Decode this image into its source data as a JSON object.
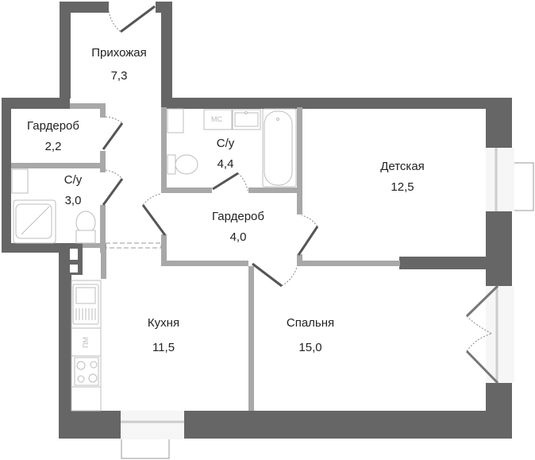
{
  "plan": {
    "colors": {
      "exterior_wall": "#666666",
      "interior_wall": "#a8a8a8",
      "fixture_line": "#c8c8c8",
      "window_fill": "#f6f6f6",
      "background": "#ffffff",
      "label_text": "#222222"
    },
    "rooms": [
      {
        "id": "hallway",
        "name": "Прихожая",
        "area": "7,3"
      },
      {
        "id": "wardrobe-small",
        "name": "Гардероб",
        "area": "2,2"
      },
      {
        "id": "bathroom-small",
        "name": "С/у",
        "area": "3,0"
      },
      {
        "id": "bathroom-large",
        "name": "С/у",
        "area": "4,4"
      },
      {
        "id": "wardrobe-large",
        "name": "Гардероб",
        "area": "4,0"
      },
      {
        "id": "kids-room",
        "name": "Детская",
        "area": "12,5"
      },
      {
        "id": "kitchen",
        "name": "Кухня",
        "area": "11,5"
      },
      {
        "id": "bedroom",
        "name": "Спальня",
        "area": "15,0"
      }
    ],
    "fixture_labels": {
      "washing_machine": "МС",
      "dishwasher": "ПМ"
    }
  }
}
